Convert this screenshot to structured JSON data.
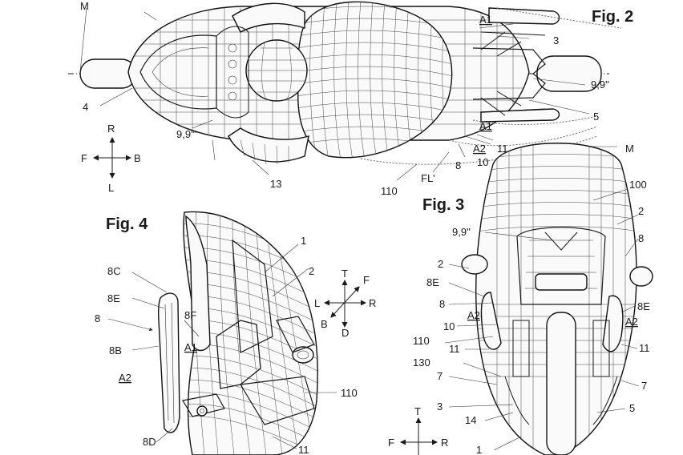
{
  "figures": {
    "fig2": "Fig. 2",
    "fig3": "Fig. 3",
    "fig4": "Fig. 4"
  },
  "fig2_labels": {
    "M": "M",
    "A1": "A1",
    "n3": "3",
    "n99": "9,9''",
    "n5": "5",
    "n4": "4",
    "n999": "9,9'''",
    "A1b": "A1",
    "n11": "11",
    "A2": "A2",
    "n10": "10",
    "n8": "8",
    "n110": "110",
    "FL": "FL'",
    "n13": "13"
  },
  "compass_fig2": {
    "R": "R",
    "F": "F",
    "B": "B",
    "L": "L"
  },
  "fig3_labels": {
    "M": "M",
    "n100": "100",
    "n2a": "2",
    "n8a": "8",
    "n99": "9,9''",
    "n2b": "2",
    "n8E_l": "8E",
    "n8b": "8",
    "A2_l": "A2",
    "n10": "10",
    "n110": "110",
    "n11_l": "11",
    "n130": "130",
    "n7_l": "7",
    "n3": "3",
    "n14": "14",
    "n1": "1",
    "n8E_r": "8E",
    "A2_r": "A2",
    "n11_r": "11",
    "n7_r": "7",
    "n5": "5"
  },
  "compass_fig3": {
    "T": "T",
    "F": "F",
    "R": "R"
  },
  "fig4_labels": {
    "n1": "1",
    "n2": "2",
    "n8C": "8C",
    "n8E": "8E",
    "n8": "8",
    "n8F": "8F",
    "n8B": "8B",
    "A1": "A1",
    "A2": "A2",
    "n110": "110",
    "n8D": "8D",
    "n11": "11"
  },
  "compass_fig4": {
    "T": "T",
    "F": "F",
    "L": "L",
    "R": "R",
    "B": "B",
    "D": "D"
  }
}
